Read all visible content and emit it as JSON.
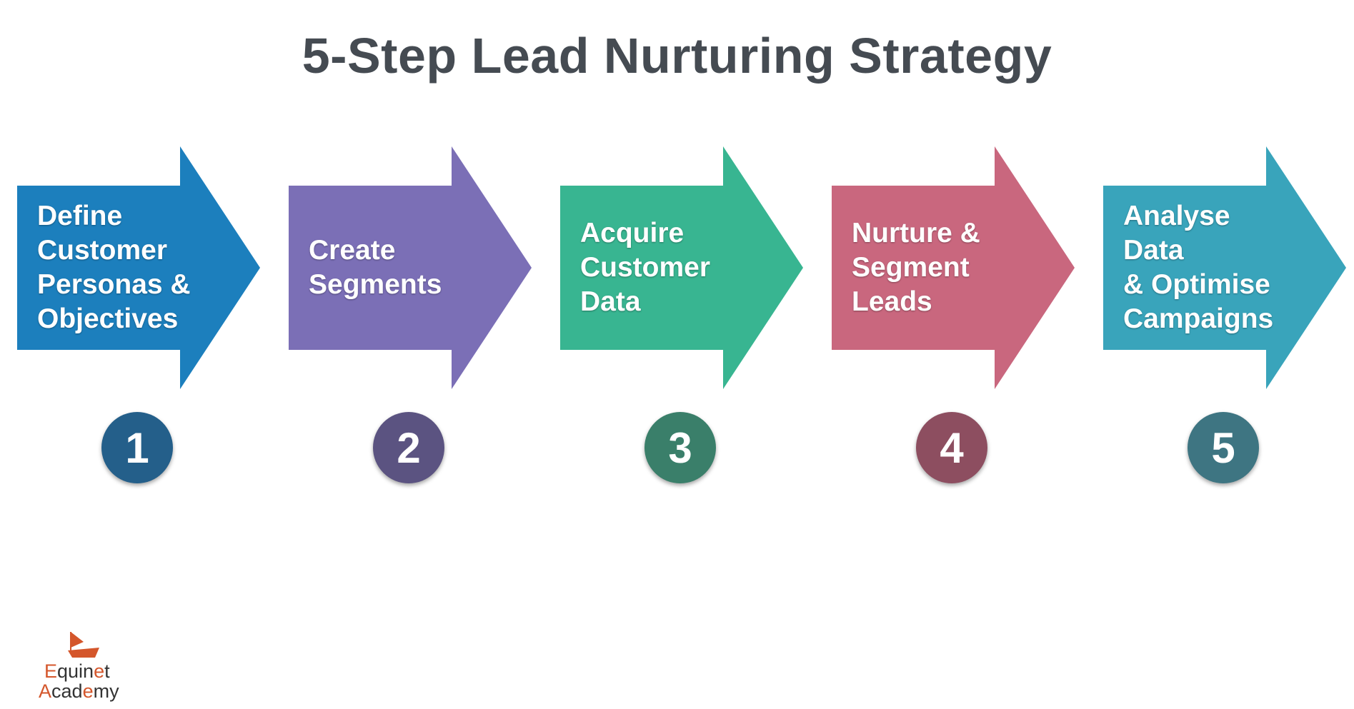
{
  "title": "5-Step Lead Nurturing Strategy",
  "steps": [
    {
      "number": "1",
      "lines": [
        "Define",
        "Customer",
        "Personas &",
        "Objectives"
      ],
      "color": "#1c7fbd",
      "circle_color": "#245f8a"
    },
    {
      "number": "2",
      "lines": [
        "Create",
        "Segments"
      ],
      "color": "#7b6fb6",
      "circle_color": "#5b5381"
    },
    {
      "number": "3",
      "lines": [
        "Acquire",
        "Customer",
        "Data"
      ],
      "color": "#38b591",
      "circle_color": "#3a7f6a"
    },
    {
      "number": "4",
      "lines": [
        "Nurture &",
        "Segment",
        "Leads"
      ],
      "color": "#c9677e",
      "circle_color": "#8d4e60"
    },
    {
      "number": "5",
      "lines": [
        "Analyse Data",
        "& Optimise",
        "Campaigns"
      ],
      "color": "#39a4bb",
      "circle_color": "#3e7582"
    }
  ],
  "logo": {
    "line1": [
      "E",
      "quin",
      "e",
      "t"
    ],
    "line2": [
      "A",
      "cad",
      "e",
      "my"
    ],
    "accent_color": "#d4562b"
  }
}
